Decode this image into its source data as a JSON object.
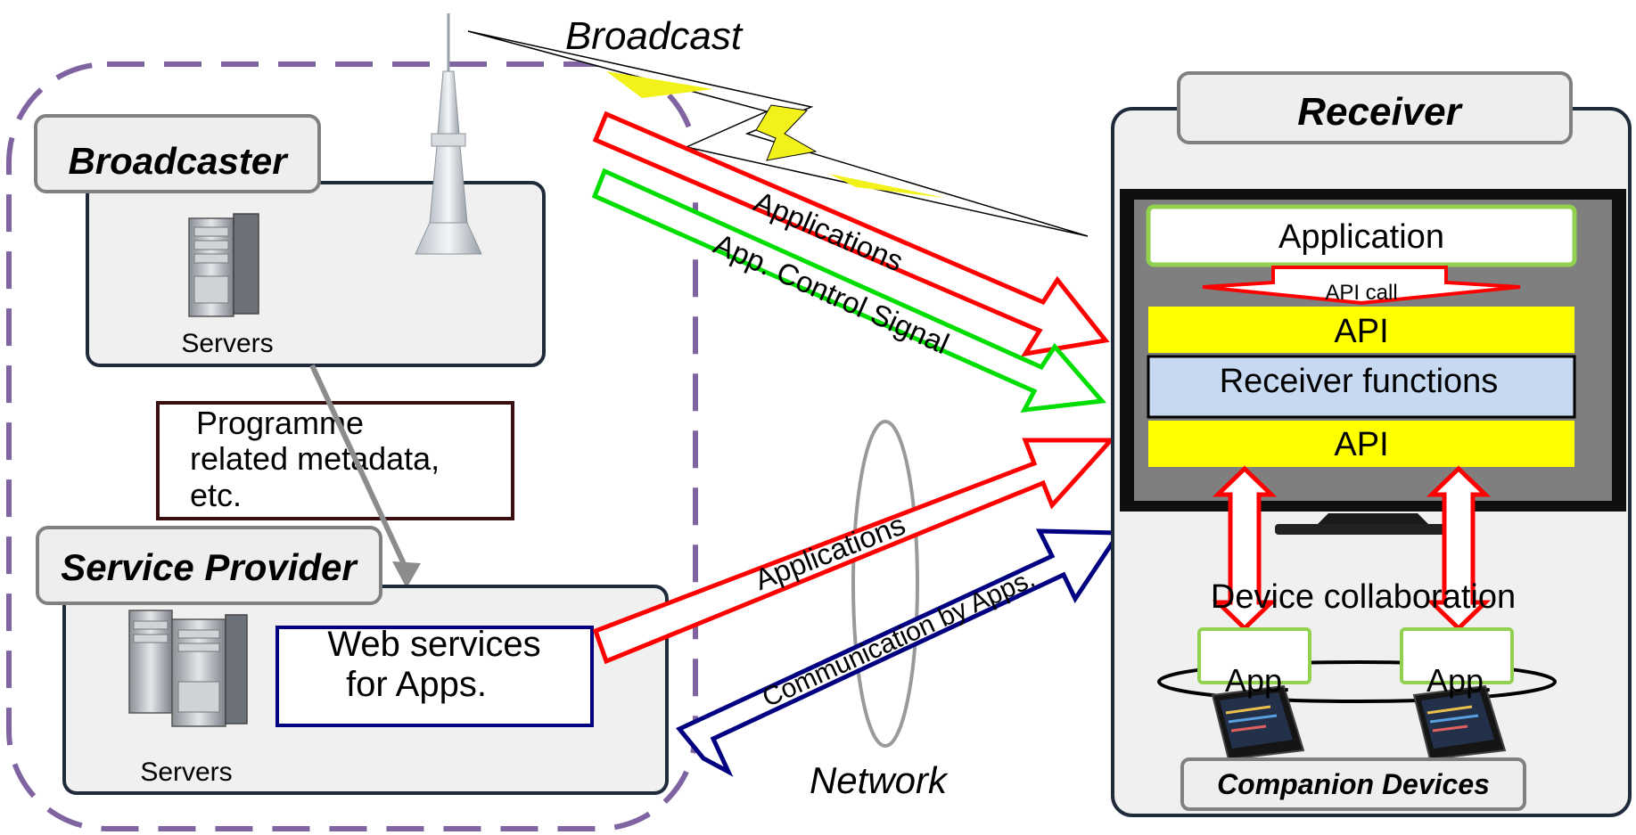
{
  "labels": {
    "broadcast": "Broadcast",
    "broadcaster": "Broadcaster",
    "broadcaster_servers": "Servers",
    "metadata_line1": "Programme",
    "metadata_line2": "related metadata,",
    "metadata_line3": "etc.",
    "service_provider": "Service Provider",
    "web_services_line1": "Web services",
    "web_services_line2": "for Apps.",
    "sp_servers": "Servers",
    "network": "Network",
    "receiver": "Receiver",
    "application": "Application",
    "api_call": "API call",
    "api_top": "API",
    "receiver_functions": "Receiver functions",
    "api_bottom": "API",
    "device_collaboration": "Device collaboration",
    "app_left": "App.",
    "app_right": "App.",
    "companion_devices": "Companion Devices",
    "arrow_applications_broadcast": "Applications",
    "arrow_app_control": "App. Control Signal",
    "arrow_applications_network": "Applications",
    "arrow_communication": "Communication by Apps."
  },
  "colors": {
    "red_arrow": "#ff0000",
    "green_arrow": "#00dd00",
    "blue_arrow": "#000080",
    "api_yellow": "#ffff00",
    "receiver_functions_blue": "#c6d9f1",
    "dashed_purple": "#8064a2",
    "box_gray": "#f0f0f0",
    "lightning_yellow": "#f2f21a"
  }
}
